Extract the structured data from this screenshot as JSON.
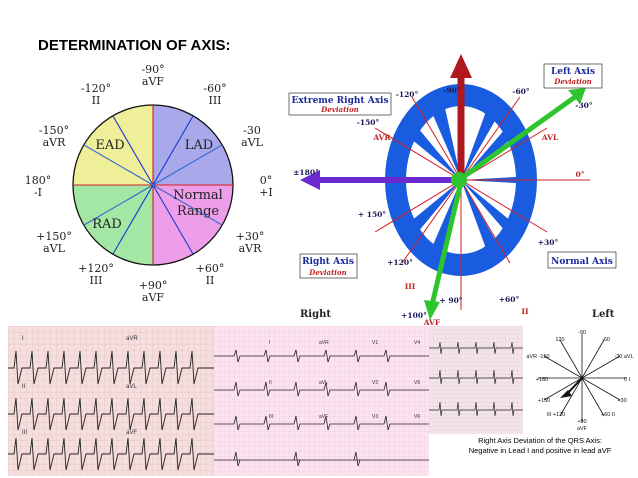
{
  "title": "DETERMINATION OF AXIS:",
  "left_wheel": {
    "labels": {
      "top": "-90°",
      "top_lead": "aVF",
      "tl": "-120°",
      "tl_lead": "II",
      "tr": "-60°",
      "tr_lead": "III",
      "ul": "-150°",
      "ul_lead": "aVR",
      "ur": "-30",
      "ur_lead": "aVL",
      "left": "180°",
      "left_lead": "-I",
      "right": "0°",
      "right_lead": "+I",
      "ll": "+150°",
      "ll_lead": "aVL",
      "lr": "+30°",
      "lr_lead": "aVR",
      "bl": "+120°",
      "bl_lead": "III",
      "br": "+60°",
      "br_lead": "II",
      "bottom": "+90°",
      "bottom_lead": "aVF"
    },
    "quadrants": {
      "ead": "EAD",
      "lad": "LAD",
      "rad": "RAD",
      "normal_1": "Normal",
      "normal_2": "Range"
    },
    "colors": {
      "ead": "#efef9a",
      "lad": "#a8a8ea",
      "rad": "#a4e6a4",
      "normal": "#ee9ee8"
    }
  },
  "right_diagram": {
    "tags": {
      "left_axis_1": "Left Axis",
      "left_axis_2": "Deviation",
      "extreme_1": "Extreme Right Axis",
      "extreme_2": "Deviation",
      "right_axis_1": "Right Axis",
      "right_axis_2": "Deviation",
      "normal_axis": "Normal Axis"
    },
    "angles": {
      "m120": "-120°",
      "m90": "-90°",
      "m60": "-60°",
      "m30": "-30°",
      "m150": "-150°",
      "avr": "AVR",
      "avl": "AVL",
      "p180": "±180°",
      "p0": "0°",
      "p150": "+ 150°",
      "p30": "+30°",
      "p120": "+120°",
      "iii": "III",
      "p90": "+ 90°",
      "p60": "+60°",
      "ii": "II",
      "avf": "AVF",
      "p100": "+100°",
      "right": "Right",
      "left": "Left"
    },
    "colors": {
      "ring": "#1a5ce0",
      "arrow_up": "#b01820",
      "arrow_left": "#6a2ad0",
      "arrow_green": "#2ec42e"
    }
  },
  "mini_wheel": {
    "labels": {
      "m90": "-90",
      "m120": "120",
      "m60": "-60",
      "m150": "aVR -150",
      "m30": "-30 aVL",
      "p180": "+180",
      "p0": "0 I",
      "p150": "+150",
      "p30": "+30",
      "p120": "III +120",
      "p60": "+60 II",
      "p90": "+90",
      "avf": "aVF"
    }
  },
  "ecg_strips": {
    "strip1_leads": [
      "I",
      "aVR",
      "II",
      "aVL",
      "III",
      "aVF"
    ],
    "strip2_leads": [
      "I",
      "aVR",
      "V1",
      "V4",
      "II",
      "aVL",
      "V2",
      "V5",
      "III",
      "aVF",
      "V3",
      "V6"
    ]
  },
  "caption": {
    "line1": "Right Axis Deviation of the QRS Axis:",
    "line2": "Negative in Lead I and positive in lead aVF"
  }
}
